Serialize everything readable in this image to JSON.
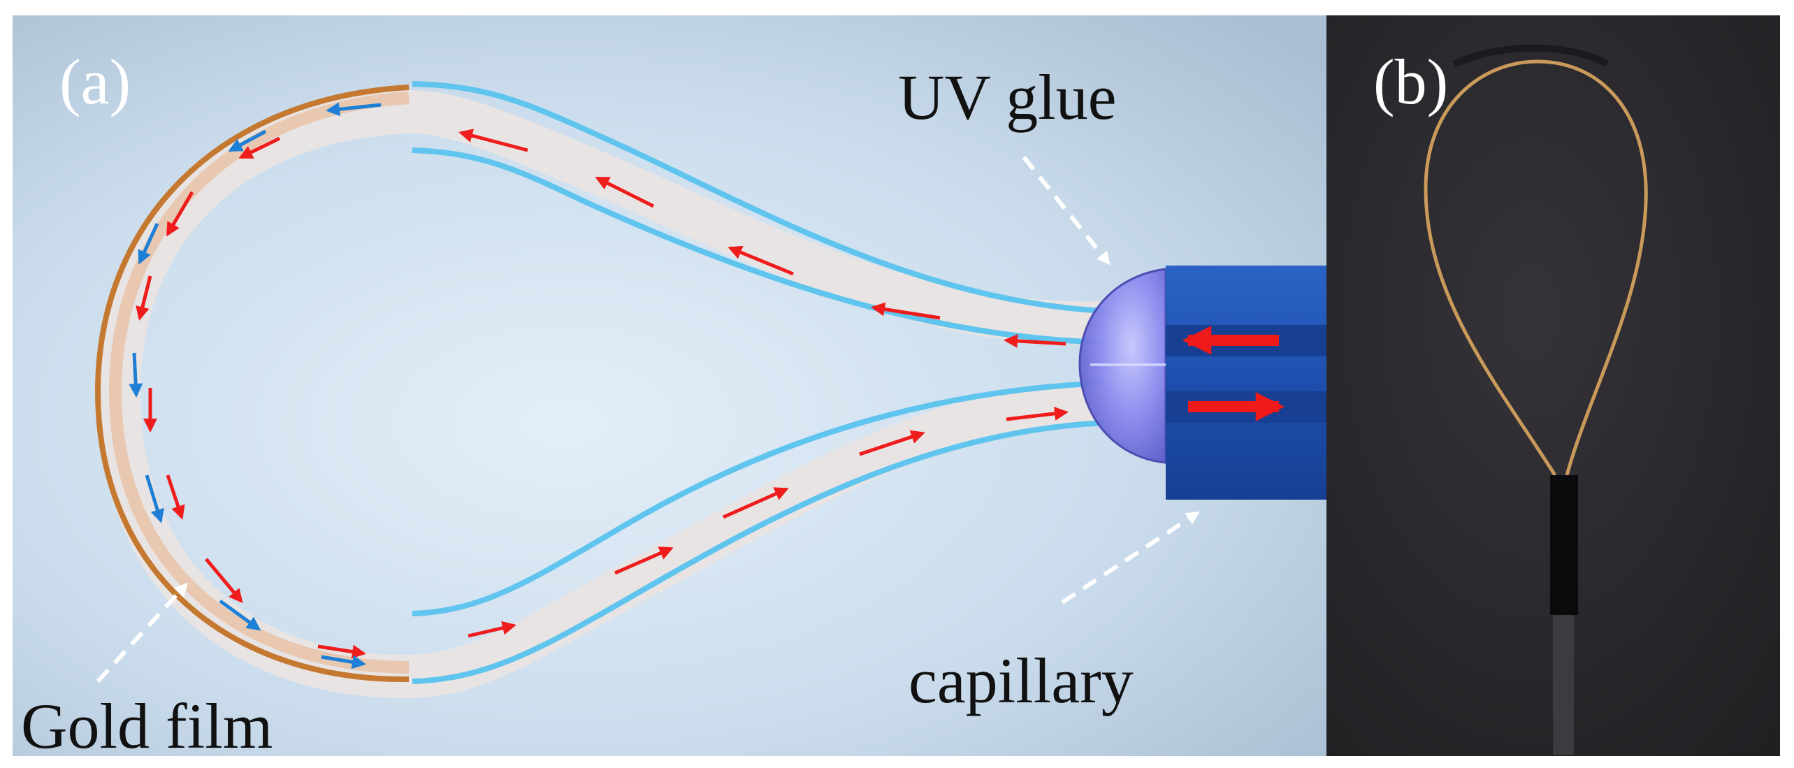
{
  "panels": {
    "a": {
      "panel_label": "(a)",
      "labels": {
        "uv_glue": "UV glue",
        "capillary": "capillary",
        "gold_film": "Gold film"
      }
    },
    "b": {
      "panel_label": "(b)"
    }
  },
  "colors": {
    "panel_a_background": "#c4d9ec",
    "fiber_cladding": "#63c6ec",
    "fiber_core": "#e6e2e2",
    "gold_film": "#c77b33",
    "light_arrow_red": "#ef1c1c",
    "light_arrow_blue": "#1d7fd6",
    "capillary_blue": "#1f55b8",
    "uv_glue_violet": "#8f8ef0",
    "photo_background": "#2a282c",
    "photo_wire": "#c99a5a"
  }
}
